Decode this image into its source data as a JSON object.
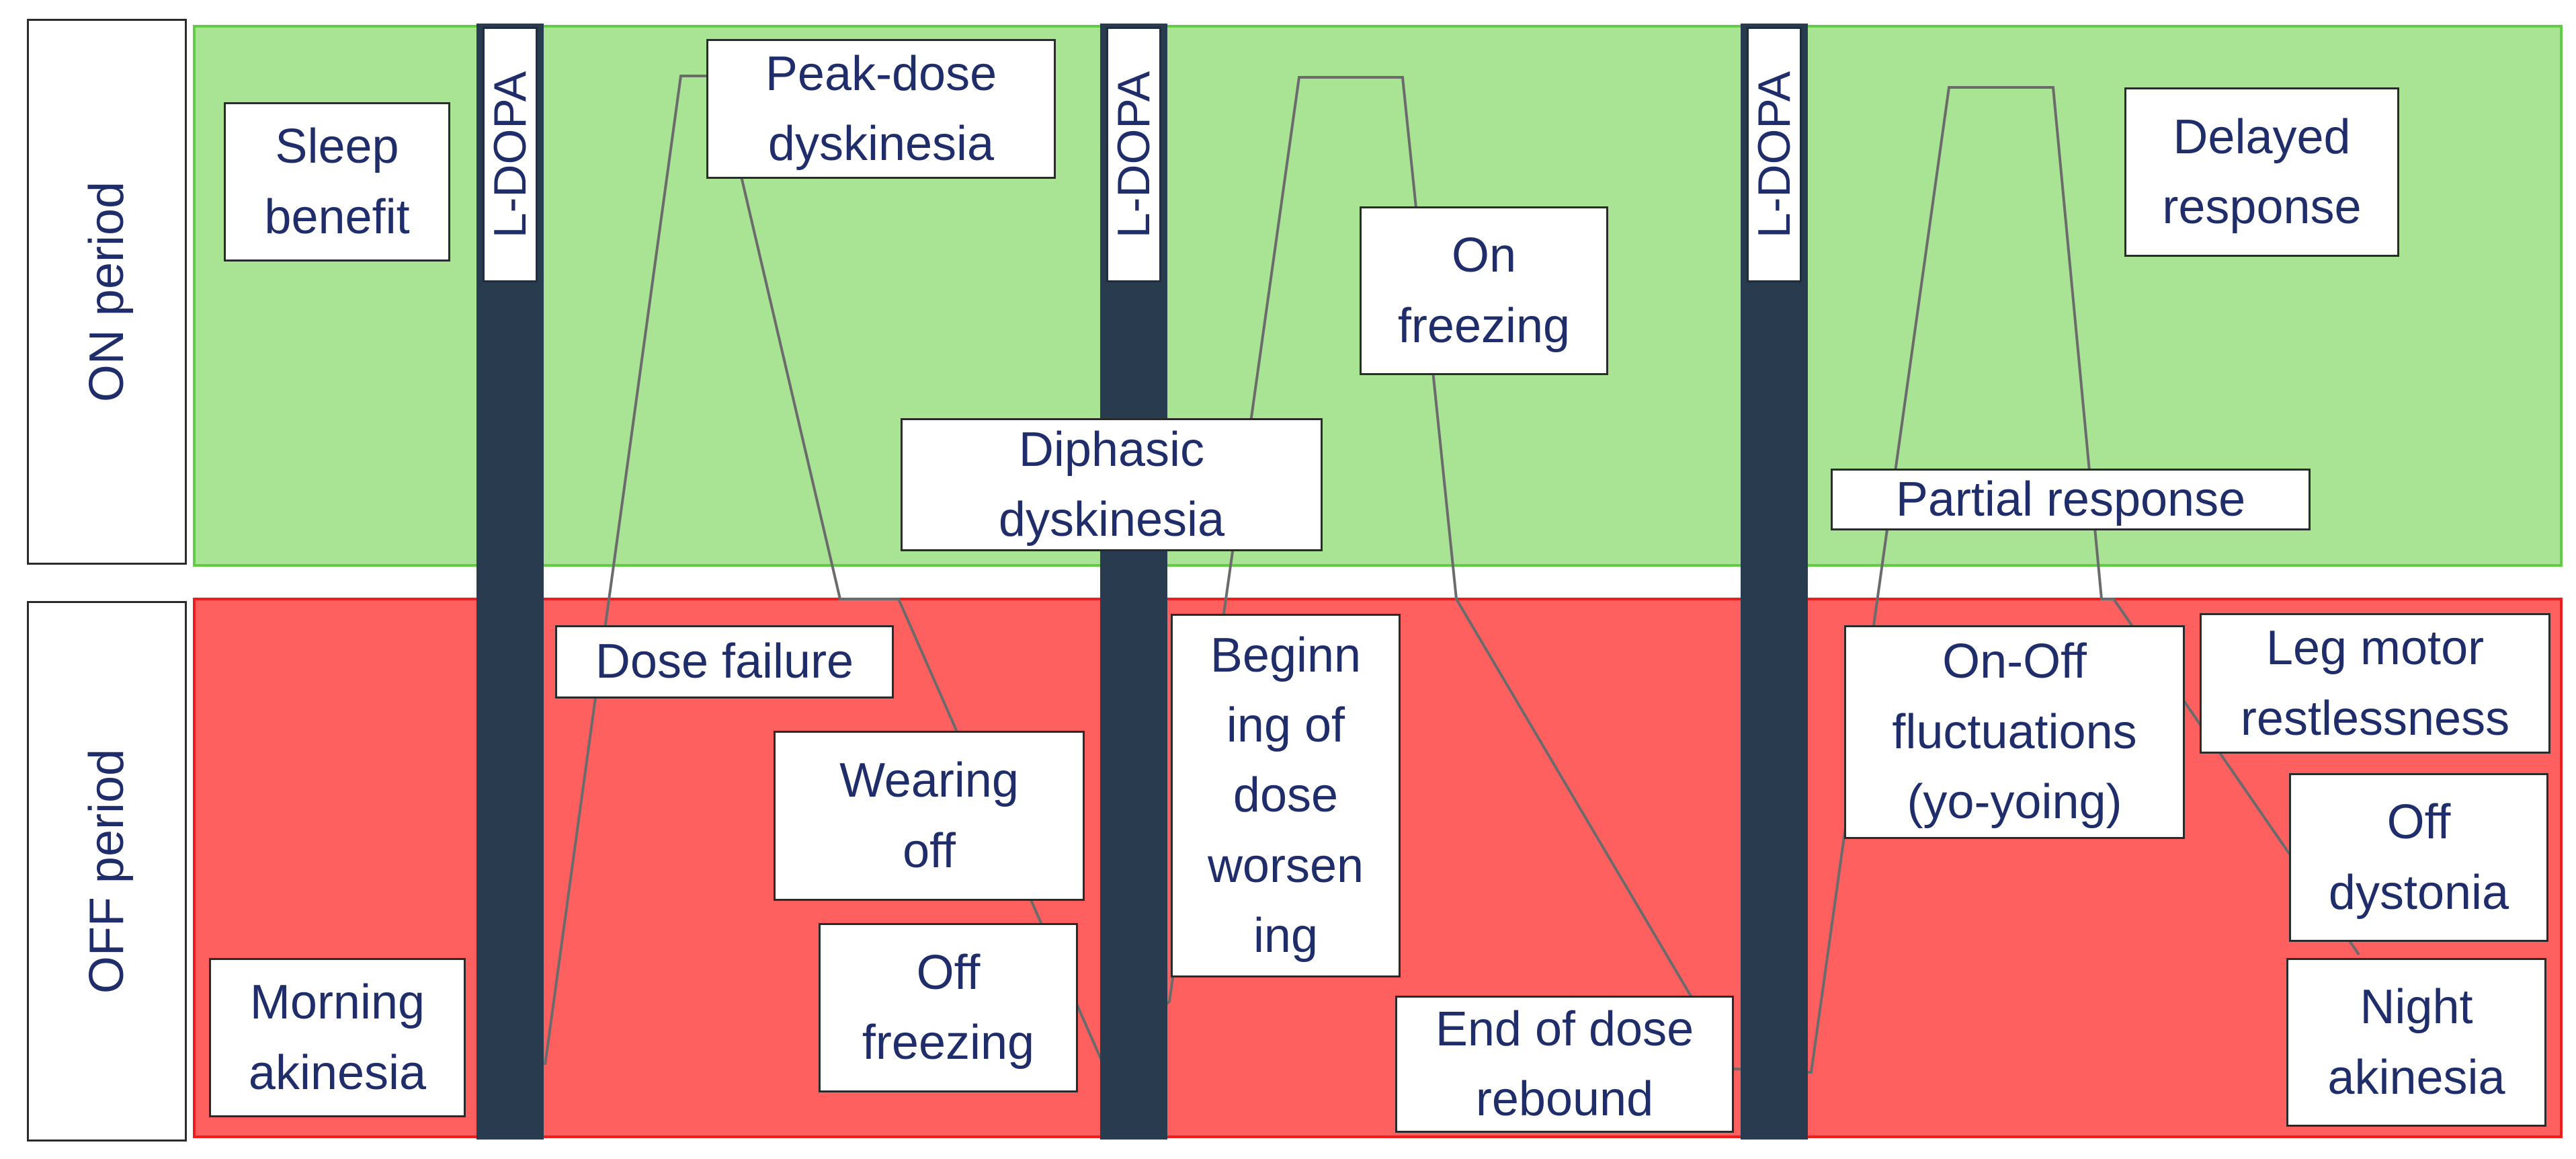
{
  "periods": {
    "on": "ON period",
    "off": "OFF period"
  },
  "dose_label": "L-DOPA",
  "boxes": {
    "sleep_benefit": "Sleep\nbenefit",
    "peak_dose_dyskinesia": "Peak-dose\ndyskinesia",
    "on_freezing": "On\nfreezing",
    "delayed_response": "Delayed\nresponse",
    "diphasic_dyskinesia": "Diphasic\ndyskinesia",
    "partial_response": "Partial response",
    "dose_failure": "Dose failure",
    "wearing_off": "Wearing\noff",
    "off_freezing": "Off\nfreezing",
    "morning_akinesia": "Morning\nakinesia",
    "beginning_of_dose_worsening": "Beginn\ning of\ndose\nworsen\ning",
    "end_of_dose_rebound": "End of dose\nrebound",
    "on_off_fluctuations": "On-Off\nfluctuations\n(yo-yoing)",
    "leg_motor_restlessness": "Leg motor\nrestlessness",
    "off_dystonia": "Off\ndystonia",
    "night_akinesia": "Night\nakinesia"
  },
  "colors": {
    "on_fill": "#a9e394",
    "off_fill": "#fe6060",
    "bar": "#293b4e",
    "text": "#1f2d6b",
    "curve": "#6b6b6b"
  }
}
